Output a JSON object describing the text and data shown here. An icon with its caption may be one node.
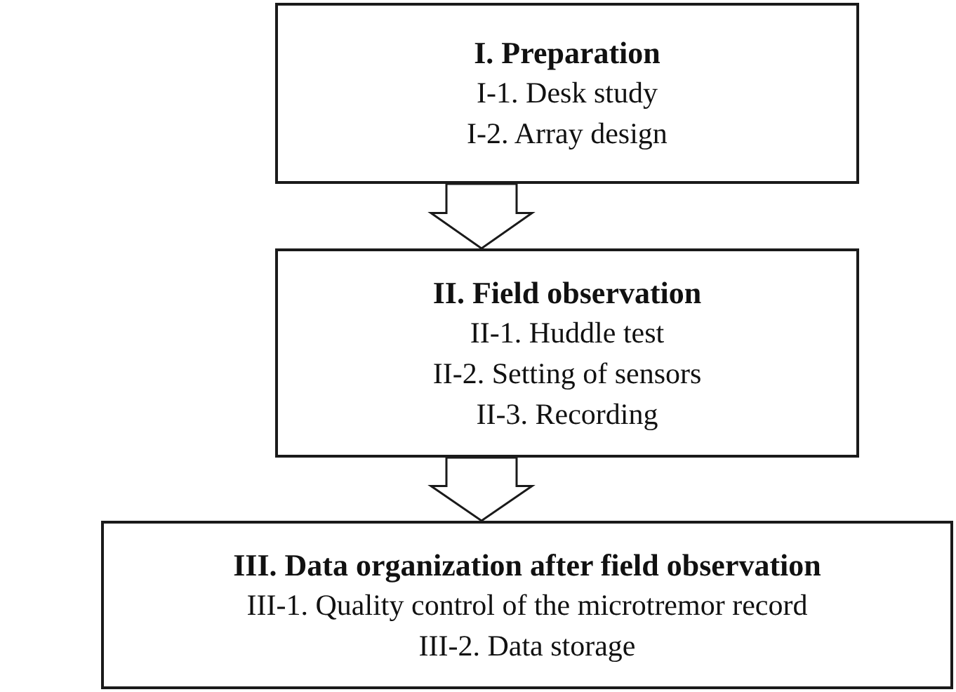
{
  "diagram": {
    "nodes": [
      {
        "text": [
          "I. Preparation",
          "I-1. Desk study",
          "I-2. Array design"
        ]
      },
      {
        "text": [
          "II. Field observation",
          "II-1. Huddle test",
          "II-2. Setting of sensors",
          "II-3. Recording"
        ]
      },
      {
        "text": [
          "III. Data organization after field observation",
          "III-1. Quality control of the microtremor record",
          "III-2. Data storage"
        ]
      }
    ],
    "edges": [
      {
        "from": 0,
        "to": 1,
        "arrow": "to"
      },
      {
        "from": 1,
        "to": 2,
        "arrow": "to"
      }
    ]
  }
}
